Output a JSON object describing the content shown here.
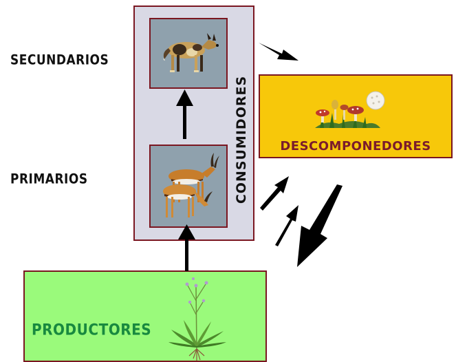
{
  "levels": {
    "secondary_label": "SECUNDARIOS",
    "primary_label": "PRIMARIOS"
  },
  "consumers": {
    "label": "CONSUMIDORES",
    "secondary_image": "wild-dog-icon",
    "primary_image": "gazelles-icon"
  },
  "decomposers": {
    "label": "DESCOMPONEDORES",
    "image": "mushrooms-fungi-icon"
  },
  "producers": {
    "label": "PRODUCTORES",
    "image": "plant-icon"
  },
  "colors": {
    "box_border": "#7a1620",
    "consumers_bg": "#d9d9e5",
    "animal_bg": "#8fa1ad",
    "decomposers_bg": "#f7c80a",
    "decomposers_text": "#7a1b2c",
    "producers_bg": "#9afa7b",
    "producers_text": "#18893f",
    "arrow": "#000000"
  }
}
